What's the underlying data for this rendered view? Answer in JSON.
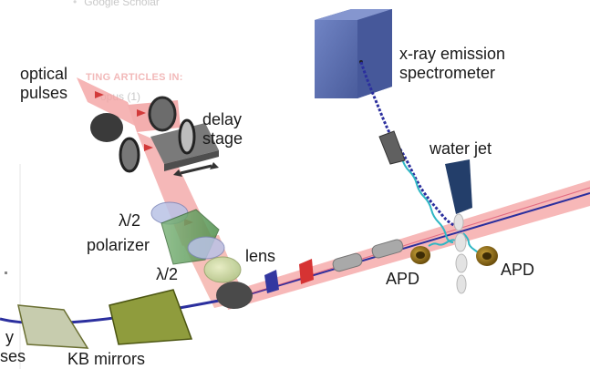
{
  "background_page": {
    "list_item": "Google Scholar",
    "section_heading": "TING ARTICLES IN:",
    "section_item": "opus (1)",
    "edge_char": "y"
  },
  "diagram": {
    "labels": {
      "optical_pulses": [
        "optical",
        "pulses"
      ],
      "delay_stage": [
        "delay",
        "stage"
      ],
      "xray_spectrometer": [
        "x-ray emission",
        "spectrometer"
      ],
      "water_jet": "water jet",
      "half_wave_top": "λ/2",
      "polarizer": "polarizer",
      "half_wave_bottom": "λ/2",
      "lens": "lens",
      "apd_left": "APD",
      "apd_right": "APD",
      "kb_mirrors": "KB mirrors",
      "xray_pulses_fragment": "ses"
    },
    "colors": {
      "laser_beam": "#f08a8a",
      "xray_beam": "#2b2f9e",
      "fluorescence": "#2fb7c4",
      "spectrometer": "#5b6fb0",
      "water_jet": "#243a6b",
      "kb_mirror": "#8a9a3a",
      "apd": "#8a6a18"
    }
  }
}
